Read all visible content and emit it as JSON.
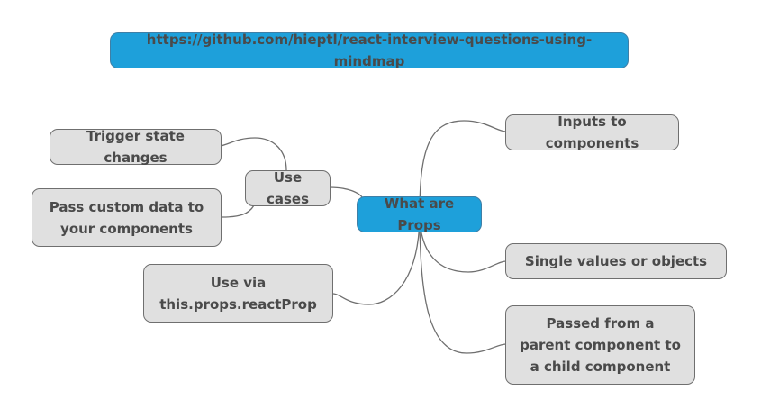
{
  "header": {
    "url_text": "https://github.com/hieptl/react-interview-questions-using-mindmap"
  },
  "central": {
    "label": "What are Props"
  },
  "branches": {
    "use_cases": {
      "label": "Use cases",
      "children": [
        {
          "label": "Trigger state changes"
        },
        {
          "label": "Pass custom data to your components"
        }
      ]
    },
    "usage": {
      "label": "Use via this.props.reactProp"
    },
    "inputs": {
      "label": "Inputs to components"
    },
    "values": {
      "label": "Single values or objects"
    },
    "passed": {
      "label": "Passed from a parent component to a child component"
    }
  },
  "colors": {
    "central_fill": "#1ea0da",
    "node_fill": "#e0e0e0",
    "edge": "#6f6f6f",
    "text": "#4a4a4a"
  }
}
